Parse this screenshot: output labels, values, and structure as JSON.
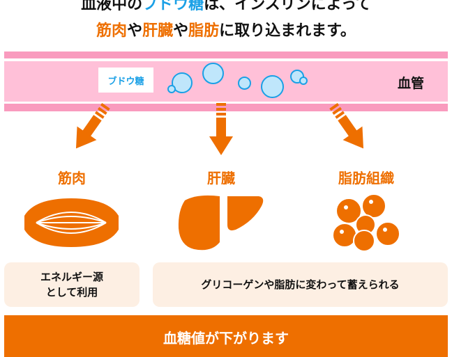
{
  "title": {
    "line1": [
      {
        "t": "血液中の",
        "c": ""
      },
      {
        "t": "ブドウ糖",
        "c": "b"
      },
      {
        "t": "は、インスリンによって",
        "c": ""
      }
    ],
    "line2": [
      {
        "t": "筋肉",
        "c": "o"
      },
      {
        "t": "や",
        "c": ""
      },
      {
        "t": "肝臓",
        "c": "o"
      },
      {
        "t": "や",
        "c": ""
      },
      {
        "t": "脂肪",
        "c": "o"
      },
      {
        "t": "に取り込まれます。",
        "c": ""
      }
    ]
  },
  "vessel": {
    "glucose_label": "ブドウ糖",
    "vessel_label": "血管"
  },
  "targets": [
    {
      "label": "筋肉"
    },
    {
      "label": "肝臓"
    },
    {
      "label": "脂肪組織"
    }
  ],
  "boxes": {
    "muscle_line1": "エネルギー源",
    "muscle_line2": "として利用",
    "storage": "グリコーゲンや脂肪に変わって蓄えられる"
  },
  "result": "血糖値が下がります",
  "colors": {
    "orange": "#ee6f00",
    "blue": "#1aa0e6",
    "pink": "#ffc0d8"
  }
}
